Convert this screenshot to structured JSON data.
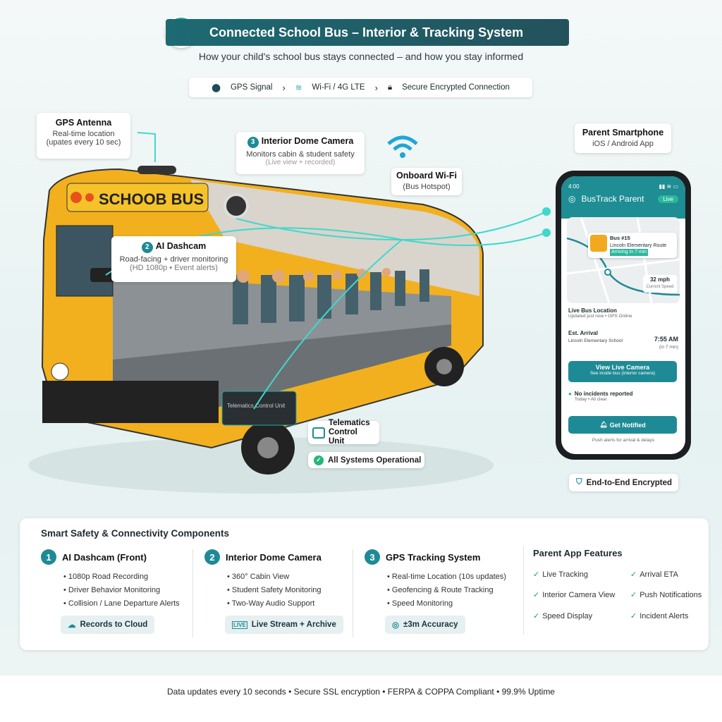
{
  "header": {
    "title": "Connected School Bus – Interior & Tracking System",
    "subtitle": "How your child's school bus stays connected – and how you stay informed"
  },
  "signal_bar": {
    "items": [
      "GPS Signal",
      "Wi-Fi / 4G LTE",
      "Secure Encrypted Connection"
    ]
  },
  "callouts": {
    "gps": {
      "title": "GPS Antenna",
      "line1": "Real-time location",
      "line2": "(upates every 10 sec)"
    },
    "dome": {
      "num": "3",
      "title": "Interior Dome Camera",
      "line1": "Monitors cabin & student safety",
      "line2": "(Live view + recorded)"
    },
    "wifi": {
      "title": "Onboard Wi-Fi",
      "line1": "(Bus Hotspot)"
    },
    "dashcam": {
      "num": "2",
      "title": "AI Dashcam",
      "line1": "Road-facing + driver monitoring",
      "line2": "(HD 1080p • Event alerts)"
    },
    "smartphone": {
      "title": "Parent Smartphone",
      "line1": "iOS / Android App"
    },
    "telematics": {
      "title": "Telematics Control Unit",
      "box_label": "Telematics Control Unit"
    },
    "status": "All Systems Operational",
    "encrypted": "End-to-End Encrypted",
    "bus_sign": "SCHOOB BUS"
  },
  "app": {
    "time": "4:00",
    "name": "BusTrack Parent",
    "live": "Live",
    "bus": "Bus #15",
    "route": "Lincoln Elementary Route",
    "arriving": "Arriving in 7 min",
    "speed": "32 mph",
    "speed_label": "Current Speed",
    "loc_title": "Live Bus Location",
    "loc_sub": "Updated just now • GPS Online",
    "eta_title": "Est. Arrival",
    "eta_school": "Lincoln Elementary School",
    "eta_time": "7:55 AM",
    "eta_in": "(in 7 min)",
    "camera_btn": "View Live Camera",
    "camera_sub": "See inside bus (interior camera)",
    "incidents": "No incidents reported",
    "incidents_sub": "Today • All clear",
    "notify_btn": "Get Notified",
    "notify_sub": "Push alerts for arrival & delays"
  },
  "panel": {
    "title": "Smart Safety & Connectivity Components",
    "components": [
      {
        "num": "1",
        "title": "AI Dashcam (Front)",
        "items": [
          "1080p Road Recording",
          "Driver Behavior Monitoring",
          "Collision / Lane Departure Alerts"
        ],
        "tag": "Records to Cloud"
      },
      {
        "num": "2",
        "title": "Interior Dome Camera",
        "items": [
          "360° Cabin View",
          "Student Safety Monitoring",
          "Two-Way Audio Support"
        ],
        "tag": "Live Stream + Archive"
      },
      {
        "num": "3",
        "title": "GPS Tracking System",
        "items": [
          "Real-time Location (10s updates)",
          "Geofencing & Route Tracking",
          "Speed Monitoring"
        ],
        "tag": "±3m Accuracy"
      }
    ],
    "features_title": "Parent App Features",
    "features": [
      "Live Tracking",
      "Arrival ETA",
      "Interior Camera View",
      "Push Notifications",
      "Speed Display",
      "Incident Alerts"
    ]
  },
  "footer": "Data updates every 10 seconds • Secure SSL encryption • FERPA & COPPA Compliant • 99.9% Uptime",
  "colors": {
    "teal": "#1e8a96",
    "banner": "#1d6a73",
    "bus_yellow": "#f2b01e",
    "accent": "#1fb0a0"
  }
}
